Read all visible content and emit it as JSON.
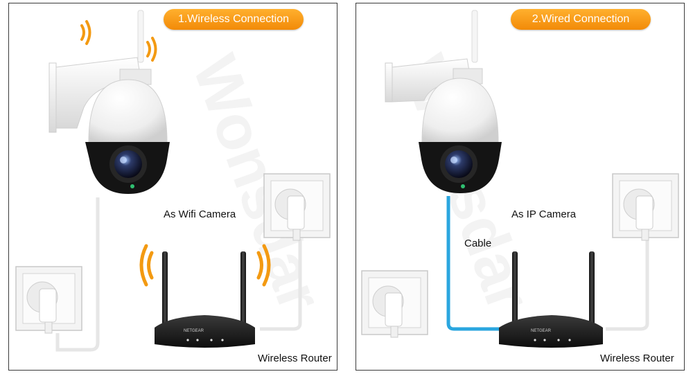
{
  "left_panel": {
    "title": "1.Wireless Connection",
    "caption": "As Wifi Camera",
    "router_label": "Wireless Router"
  },
  "right_panel": {
    "title": "2.Wired Connection",
    "caption": "As IP Camera",
    "cable_label": "Cable",
    "router_label": "Wireless Router"
  },
  "router_brand": "NETGEAR",
  "colors": {
    "pill_top": "#ffb02e",
    "pill_bottom": "#f28a08",
    "wifi_wave": "#f39a12",
    "ethernet_cable": "#2aa6df",
    "power_cable": "#e6e6e6"
  }
}
